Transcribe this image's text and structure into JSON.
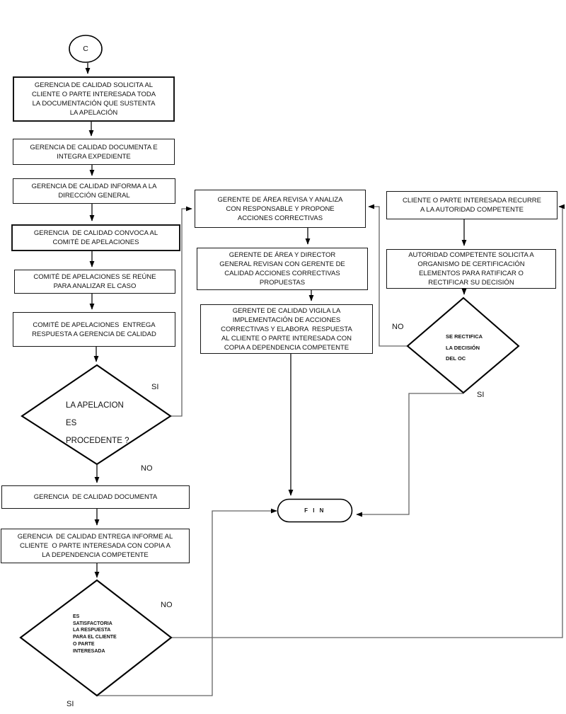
{
  "diagram": {
    "start_label": "C",
    "end_label": "F I N",
    "boxes": {
      "b1": "GERENCIA DE CALIDAD SOLICITA AL\nCLIENTE O PARTE INTERESADA TODA\nLA DOCUMENTACIÓN QUE SUSTENTA\nLA APELACIÓN",
      "b2": "GERENCIA DE CALIDAD DOCUMENTA E\nINTEGRA EXPEDIENTE",
      "b3": "GERENCIA DE CALIDAD INFORMA A LA\nDIRECCIÓN GENERAL",
      "b4": "GERENCIA  DE CALIDAD CONVOCA AL\nCOMITÉ DE APELACIONES",
      "b5": "COMITÉ DE APELACIONES SE REÚNE\nPARA ANALIZAR EL CASO",
      "b6": "COMITÉ DE APELACIONES  ENTREGA\nRESPUESTA A GERENCIA DE CALIDAD",
      "b7": "GERENCIA  DE CALIDAD DOCUMENTA",
      "b8": "GERENCIA  DE CALIDAD ENTREGA INFORME AL\nCLIENTE  O PARTE INTERESADA CON COPIA A\nLA DEPENDENCIA COMPETENTE",
      "m1": "GERENTE DE ÁREA REVISA Y ANALIZA\nCON RESPONSABLE Y PROPONE\nACCIONES CORRECTIVAS",
      "m2": "GERENTE DE ÁREA Y DIRECTOR\nGENERAL REVISAN CON GERENTE DE\nCALIDAD ACCIONES CORRECTIVAS\nPROPUESTAS",
      "m3": "GERENTE DE CALIDAD VIGILA LA\nIMPLEMENTACIÓN DE ACCIONES\nCORRECTIVAS Y ELABORA  RESPUESTA\nAL CLIENTE O PARTE INTERESADA CON\nCOPIA A DEPENDENCIA COMPETENTE",
      "r1": "CLIENTE O PARTE INTERESADA RECURRE\nA LA AUTORIDAD COMPETENTE",
      "r2": "AUTORIDAD COMPETENTE SOLICITA A\nORGANISMO DE CERTIFICACIÓN\nELEMENTOS PARA RATIFICAR O\nRECTIFICAR SU DECISIÓN"
    },
    "decisions": {
      "d1": "LA APELACION\nES\nPROCEDENTE ?",
      "d2": "ES\nSATISFACTORIA\nLA RESPUESTA\nPARA EL CLIENTE\nO PARTE\nINTERESADA",
      "d3": "SE RECTIFICA\nLA DECISIÓN\nDEL OC"
    },
    "branch_labels": {
      "d1_si": "SI",
      "d1_no": "NO",
      "d2_si": "SI",
      "d2_no": "NO",
      "d3_si": "SI",
      "d3_no": "NO"
    },
    "colors": {
      "background": "#ffffff",
      "shape_border": "#000000",
      "connector": "#636363",
      "text": "#111111"
    }
  }
}
